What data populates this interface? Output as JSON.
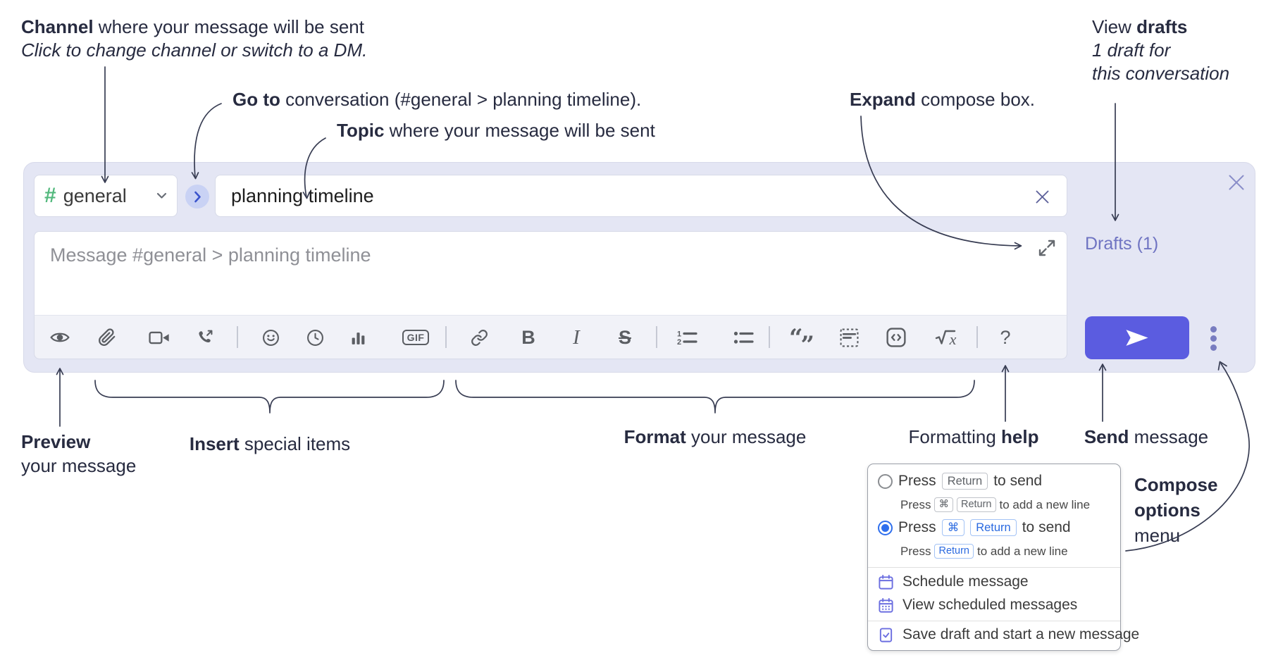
{
  "colors": {
    "accent_send": "#5b5ce0",
    "compose_background": "#e4e6f4",
    "drafts_link": "#6f74c2",
    "menu_icon": "#6b6ee0",
    "radio_selected": "#2f6fed",
    "kbd_blue": "#2b6ae0",
    "hash_green": "#53b97d",
    "arrow": "#373c52",
    "icon_gray": "#5b5e63"
  },
  "annotations": {
    "channel_line1_bold": "Channel",
    "channel_line1_rest": " where your message will be sent",
    "channel_line2": "Click to change channel or switch to a DM.",
    "goto_bold": "Go to",
    "goto_rest": " conversation (#general > planning timeline).",
    "topic_bold": "Topic",
    "topic_rest": " where your message will be sent",
    "expand_bold": "Expand",
    "expand_rest": " compose box.",
    "drafts_line1_pre": "View ",
    "drafts_line1_bold": "drafts",
    "drafts_line2": "1 draft for",
    "drafts_line3": "this conversation",
    "preview_bold": "Preview",
    "preview_line2": "your message",
    "insert_bold": "Insert",
    "insert_rest": " special items",
    "format_bold": "Format",
    "format_rest": " your message",
    "help_pre": "Formatting ",
    "help_bold": "help",
    "send_bold": "Send",
    "send_rest": " message",
    "compose_options_line1": "Compose",
    "compose_options_line2": "options",
    "compose_options_line3": "menu"
  },
  "compose": {
    "channel_hash": "#",
    "channel_name": "general",
    "topic_value": "planning timeline",
    "message_placeholder": "Message #general > planning timeline",
    "drafts_label": "Drafts (1)"
  },
  "toolbar": {
    "gif": "GIF",
    "bold": "B",
    "italic": "I",
    "strike": "S",
    "help": "?",
    "ol1": "1",
    "ol2": "2",
    "quote_open": "“",
    "quote_close": "”",
    "math_x": "x"
  },
  "menu": {
    "opt1_press": "Press",
    "opt1_kbd": "Return",
    "opt1_suffix": "to send",
    "opt1_sub_press": "Press",
    "opt1_sub_kbd1": "⌘",
    "opt1_sub_kbd2": "Return",
    "opt1_sub_suffix": "to add a new line",
    "opt2_press": "Press",
    "opt2_kbd1": "⌘",
    "opt2_kbd2": "Return",
    "opt2_suffix": "to send",
    "opt2_sub_press": "Press",
    "opt2_sub_kbd": "Return",
    "opt2_sub_suffix": "to add a new line",
    "item_schedule": "Schedule message",
    "item_view_scheduled": "View scheduled messages",
    "item_save_draft": "Save draft and start a new message"
  }
}
